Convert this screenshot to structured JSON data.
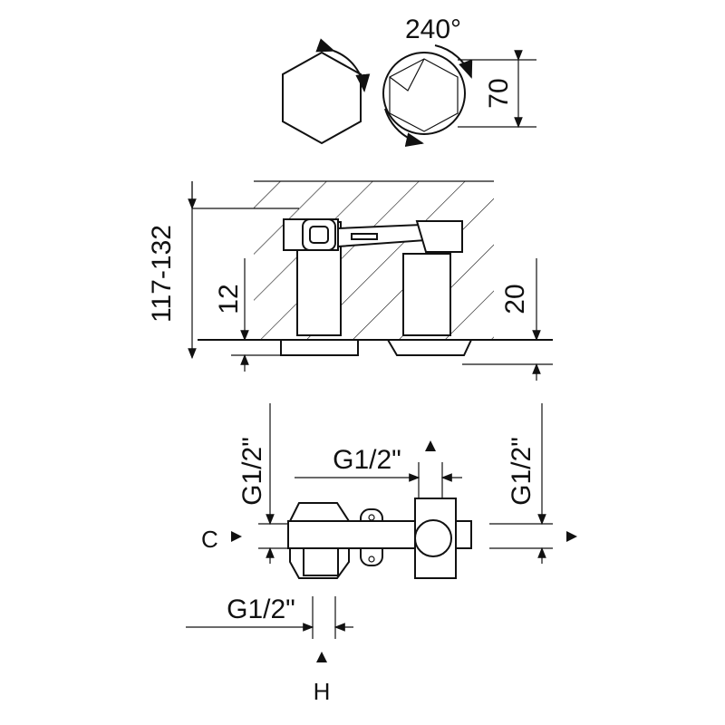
{
  "rotation": {
    "angle_label": "240°",
    "height_label": "70"
  },
  "side_view": {
    "total_height_label": "117-132",
    "left_depth_label": "12",
    "right_depth_label": "20"
  },
  "plan_view": {
    "left_thread_label": "G1/2\"",
    "top_thread_label": "G1/2\"",
    "right_thread_label": "G1/2\"",
    "bottom_thread_label": "G1/2\"",
    "cold_label": "C",
    "hot_label": "H"
  },
  "colors": {
    "line": "#111111",
    "background": "#ffffff"
  }
}
